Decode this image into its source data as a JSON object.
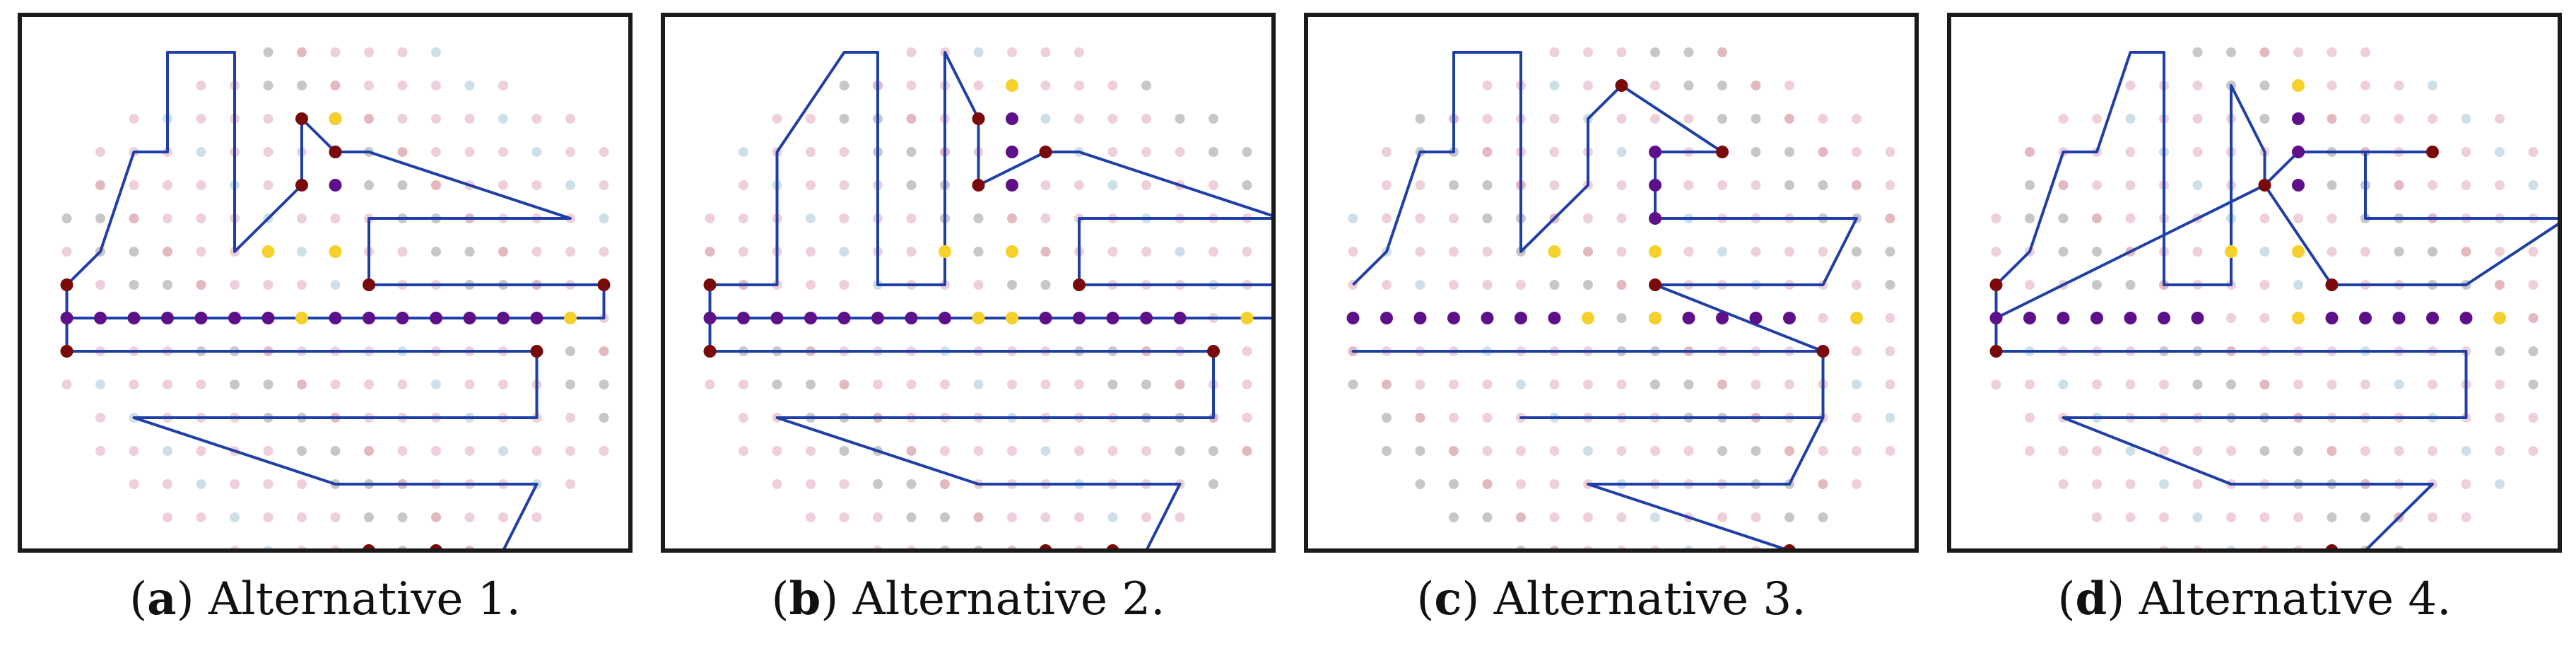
{
  "colors": {
    "path": "#1f3fa8",
    "endpoint": "#7a0a0a",
    "highlight_purple": "#5e0f8a",
    "highlight_yellow": "#f6d12b",
    "grid_pink": "#efcfd8",
    "grid_gray": "#c7c7c7",
    "grid_blue": "#cde0ea",
    "grid_rose": "#e3b8bf",
    "frame": "#1a1a1a"
  },
  "panels": [
    {
      "letter": "a",
      "title": "Alternative 1.",
      "path": [
        [
          11,
          9
        ],
        [
          11,
          8
        ],
        [
          12,
          7
        ],
        [
          13,
          4
        ],
        [
          14,
          4
        ],
        [
          14,
          1
        ],
        [
          16,
          1
        ],
        [
          16,
          7
        ],
        [
          18,
          5
        ],
        [
          18,
          3
        ],
        [
          19,
          4
        ],
        [
          20,
          4
        ],
        [
          23,
          5
        ],
        [
          26,
          6
        ],
        [
          20,
          6
        ],
        [
          20,
          8
        ],
        [
          27,
          8
        ],
        [
          27,
          9
        ],
        [
          11,
          9
        ],
        [
          11,
          10
        ],
        [
          25,
          10
        ],
        [
          25,
          12
        ],
        [
          13,
          12
        ],
        [
          19,
          14
        ],
        [
          25,
          14
        ],
        [
          24,
          16
        ],
        [
          22,
          16
        ],
        [
          20,
          16
        ]
      ],
      "endpoints": [
        [
          18,
          3
        ],
        [
          18,
          5
        ],
        [
          19,
          4
        ],
        [
          11,
          8
        ],
        [
          11,
          10
        ],
        [
          20,
          8
        ],
        [
          27,
          8
        ],
        [
          25,
          10
        ],
        [
          20,
          16
        ],
        [
          22,
          16
        ]
      ],
      "purple": [
        [
          11,
          9
        ],
        [
          12,
          9
        ],
        [
          13,
          9
        ],
        [
          14,
          9
        ],
        [
          15,
          9
        ],
        [
          16,
          9
        ],
        [
          17,
          9
        ],
        [
          19,
          9
        ],
        [
          20,
          9
        ],
        [
          21,
          9
        ],
        [
          22,
          9
        ],
        [
          23,
          9
        ],
        [
          24,
          9
        ],
        [
          25,
          9
        ],
        [
          19,
          4
        ],
        [
          19,
          5
        ],
        [
          19,
          3
        ]
      ],
      "yellow": [
        [
          19,
          3
        ],
        [
          17,
          7
        ],
        [
          18,
          9
        ],
        [
          19,
          7
        ],
        [
          26,
          9
        ]
      ]
    },
    {
      "letter": "b",
      "title": "Alternative 2.",
      "path": [
        [
          11,
          9
        ],
        [
          11,
          8
        ],
        [
          13,
          8
        ],
        [
          13,
          4
        ],
        [
          15,
          1
        ],
        [
          16,
          1
        ],
        [
          16,
          8
        ],
        [
          18,
          8
        ],
        [
          18,
          1
        ],
        [
          19,
          3
        ],
        [
          19,
          5
        ],
        [
          21,
          4
        ],
        [
          22,
          4
        ],
        [
          25,
          5
        ],
        [
          28,
          6
        ],
        [
          22,
          6
        ],
        [
          22,
          8
        ],
        [
          28,
          8
        ],
        [
          28,
          9
        ],
        [
          11,
          9
        ],
        [
          11,
          10
        ],
        [
          26,
          10
        ],
        [
          26,
          12
        ],
        [
          13,
          12
        ],
        [
          19,
          14
        ],
        [
          25,
          14
        ],
        [
          24,
          16
        ],
        [
          23,
          16
        ],
        [
          21,
          16
        ]
      ],
      "endpoints": [
        [
          19,
          3
        ],
        [
          19,
          5
        ],
        [
          21,
          4
        ],
        [
          11,
          8
        ],
        [
          11,
          10
        ],
        [
          22,
          8
        ],
        [
          26,
          10
        ],
        [
          21,
          16
        ],
        [
          23,
          16
        ]
      ],
      "purple": [
        [
          11,
          9
        ],
        [
          12,
          9
        ],
        [
          13,
          9
        ],
        [
          14,
          9
        ],
        [
          15,
          9
        ],
        [
          16,
          9
        ],
        [
          17,
          9
        ],
        [
          18,
          9
        ],
        [
          21,
          9
        ],
        [
          22,
          9
        ],
        [
          23,
          9
        ],
        [
          24,
          9
        ],
        [
          25,
          9
        ],
        [
          20,
          3
        ],
        [
          20,
          4
        ],
        [
          20,
          5
        ]
      ],
      "yellow": [
        [
          20,
          2
        ],
        [
          18,
          7
        ],
        [
          20,
          7
        ],
        [
          19,
          9
        ],
        [
          20,
          9
        ],
        [
          27,
          9
        ]
      ]
    },
    {
      "letter": "c",
      "title": "Alternative 3.",
      "path": [
        [
          11,
          8
        ],
        [
          12,
          7
        ],
        [
          13,
          4
        ],
        [
          14,
          4
        ],
        [
          14,
          1
        ],
        [
          16,
          1
        ],
        [
          16,
          7
        ],
        [
          18,
          5
        ],
        [
          18,
          3
        ],
        [
          19,
          2
        ],
        [
          22,
          4
        ],
        [
          20,
          4
        ],
        [
          20,
          6
        ],
        [
          26,
          6
        ],
        [
          25,
          8
        ],
        [
          20,
          8
        ],
        [
          25,
          10
        ],
        [
          11,
          10
        ],
        [
          25,
          10
        ],
        [
          25,
          12
        ],
        [
          16,
          12
        ],
        [
          25,
          12
        ],
        [
          24,
          14
        ],
        [
          18,
          14
        ],
        [
          24,
          16
        ]
      ],
      "endpoints": [
        [
          19,
          2
        ],
        [
          22,
          4
        ],
        [
          20,
          8
        ],
        [
          25,
          10
        ],
        [
          24,
          16
        ]
      ],
      "purple": [
        [
          11,
          9
        ],
        [
          12,
          9
        ],
        [
          13,
          9
        ],
        [
          14,
          9
        ],
        [
          15,
          9
        ],
        [
          16,
          9
        ],
        [
          17,
          9
        ],
        [
          20,
          9
        ],
        [
          21,
          9
        ],
        [
          22,
          9
        ],
        [
          23,
          9
        ],
        [
          24,
          9
        ],
        [
          20,
          4
        ],
        [
          20,
          5
        ],
        [
          20,
          6
        ]
      ],
      "yellow": [
        [
          17,
          7
        ],
        [
          18,
          9
        ],
        [
          20,
          7
        ],
        [
          20,
          9
        ],
        [
          26,
          9
        ]
      ]
    },
    {
      "letter": "d",
      "title": "Alternative 4.",
      "path": [
        [
          11,
          9
        ],
        [
          11,
          8
        ],
        [
          12,
          7
        ],
        [
          13,
          4
        ],
        [
          14,
          4
        ],
        [
          15,
          1
        ],
        [
          16,
          1
        ],
        [
          16,
          8
        ],
        [
          18,
          8
        ],
        [
          18,
          2
        ],
        [
          19,
          4
        ],
        [
          19,
          5
        ],
        [
          21,
          8
        ],
        [
          25,
          8
        ],
        [
          28,
          6
        ],
        [
          22,
          6
        ],
        [
          22,
          4
        ],
        [
          24,
          4
        ],
        [
          20,
          4
        ],
        [
          19,
          5
        ],
        [
          11,
          9
        ],
        [
          11,
          10
        ],
        [
          25,
          10
        ],
        [
          25,
          12
        ],
        [
          13,
          12
        ],
        [
          18,
          14
        ],
        [
          24,
          14
        ],
        [
          22,
          16
        ],
        [
          21,
          16
        ]
      ],
      "endpoints": [
        [
          11,
          8
        ],
        [
          11,
          10
        ],
        [
          19,
          5
        ],
        [
          21,
          8
        ],
        [
          24,
          4
        ],
        [
          21,
          16
        ]
      ],
      "purple": [
        [
          11,
          9
        ],
        [
          12,
          9
        ],
        [
          13,
          9
        ],
        [
          14,
          9
        ],
        [
          15,
          9
        ],
        [
          16,
          9
        ],
        [
          17,
          9
        ],
        [
          21,
          9
        ],
        [
          22,
          9
        ],
        [
          23,
          9
        ],
        [
          24,
          9
        ],
        [
          25,
          9
        ],
        [
          20,
          3
        ],
        [
          20,
          4
        ],
        [
          20,
          5
        ]
      ],
      "yellow": [
        [
          20,
          2
        ],
        [
          18,
          7
        ],
        [
          20,
          7
        ],
        [
          20,
          9
        ],
        [
          26,
          9
        ]
      ]
    }
  ]
}
